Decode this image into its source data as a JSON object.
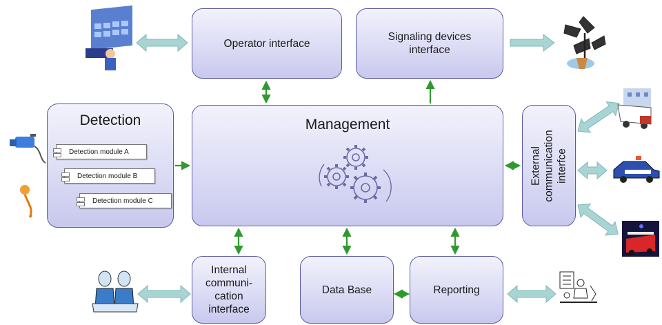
{
  "boxes": {
    "operator": "Operator interface",
    "signaling": "Signaling devices\ninterface",
    "detection": "Detection",
    "management": "Management",
    "external": "External\ncommunication\ninterfce",
    "internal": "Internal\ncommuni-\ncation\ninterface",
    "database": "Data Base",
    "reporting": "Reporting"
  },
  "modules": [
    "Detection module A",
    "Detection module B",
    "Detection module C"
  ],
  "icons": {
    "operator": "control-room-icon",
    "signaling": "loudspeakers-icon",
    "camera": "camera-icon",
    "microphone": "microphone-icon",
    "ambulance": "ambulance-icon",
    "police": "police-car-icon",
    "fire": "fire-truck-icon",
    "people": "people-icon",
    "report": "report-meeting-icon",
    "gears": "gears-icon"
  },
  "colors": {
    "box_border": "#5a5aa0",
    "box_fill": "#dcdcf5",
    "internal_arrow": "#2e9a2e",
    "external_arrow": "#a8d5d3"
  }
}
